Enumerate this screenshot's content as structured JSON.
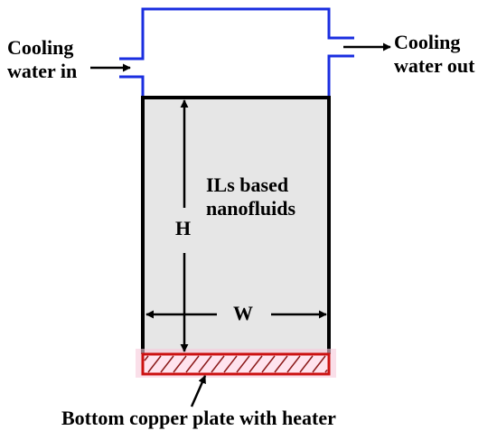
{
  "labels": {
    "inlet_line1": "Cooling",
    "inlet_line2": "water in",
    "outlet_line1": "Cooling",
    "outlet_line2": "water out",
    "fluid_line1": "ILs based",
    "fluid_line2": "nanofluids",
    "height": "H",
    "width": "W",
    "plate": "Bottom copper plate with heater"
  },
  "colors": {
    "cavity_fill": "#e6e6e6",
    "cavity_wall": "#000000",
    "cooling_jacket": "#1a2ee0",
    "plate_outline": "#cc1111",
    "plate_fill": "#ffe3ee",
    "plate_glow": "#f7c9da",
    "hatch": "#8b1a1a"
  }
}
